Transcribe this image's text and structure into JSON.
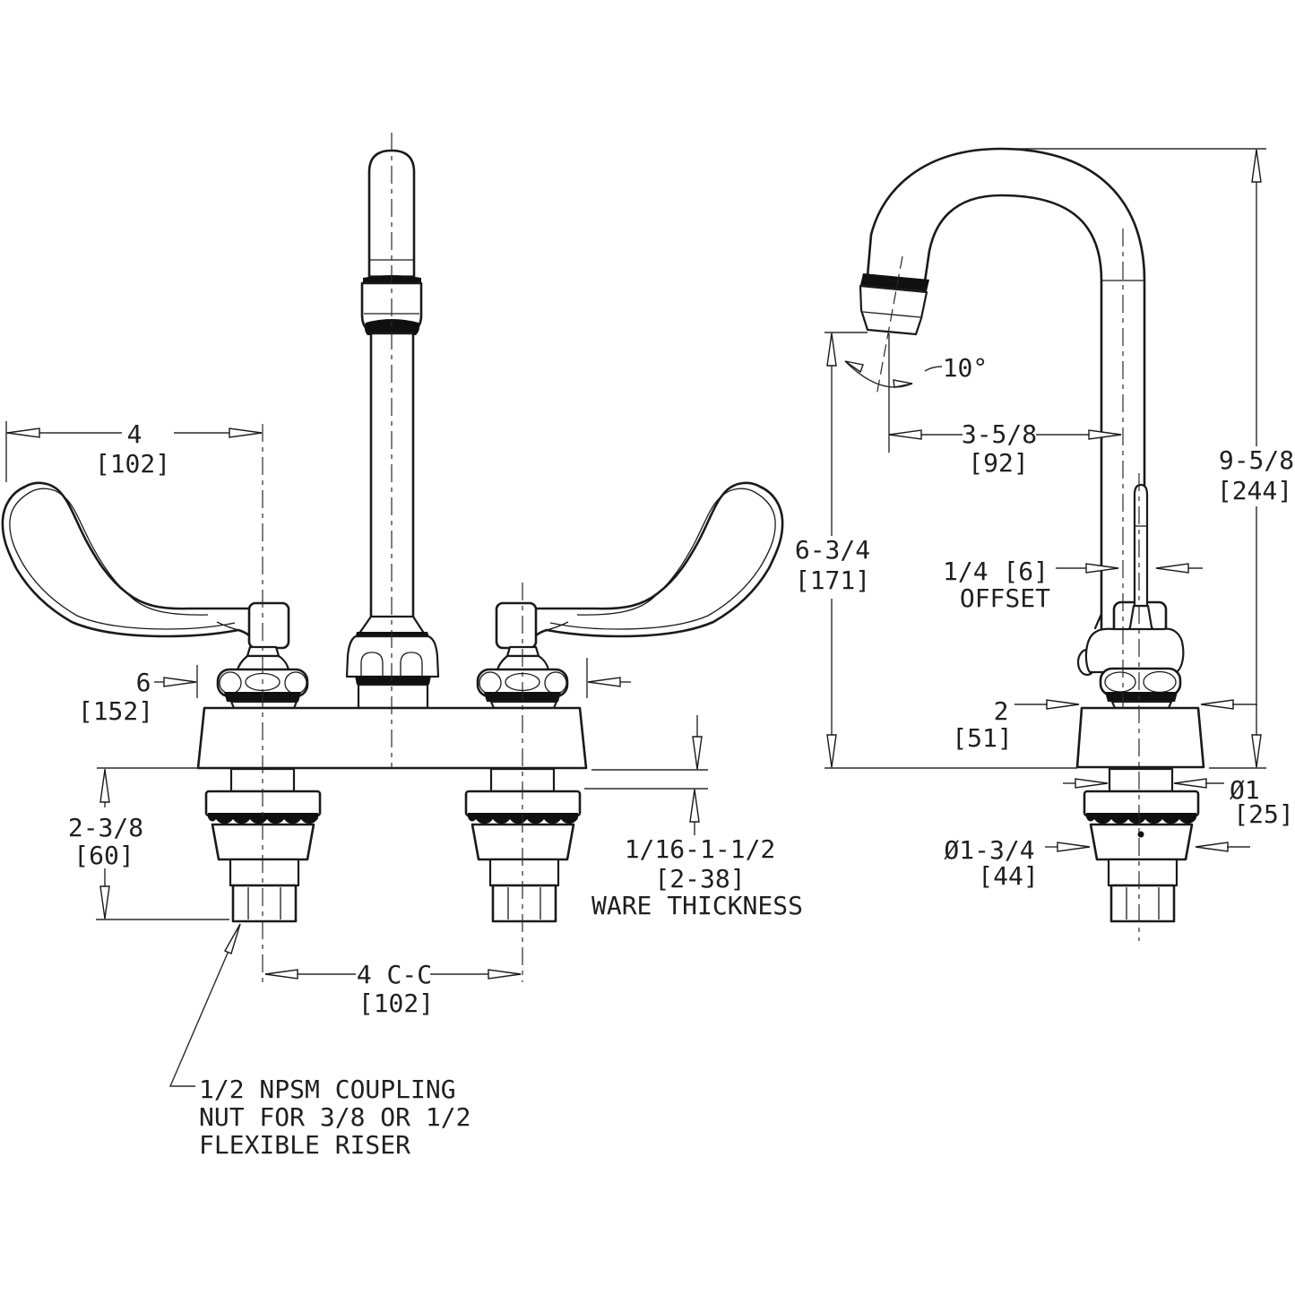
{
  "drawing": {
    "front_view": {
      "dim_handle_span": {
        "inches": "4",
        "mm": "[102]"
      },
      "dim_deck_width": {
        "inches": "6",
        "mm": "[152]"
      },
      "dim_under_deck_height": {
        "inches": "2-3/8",
        "mm": "[60]"
      },
      "dim_faucet_centers": {
        "inches": "4 C-C",
        "mm": "[102]"
      },
      "ware_thickness": {
        "inches": "1/16-1-1/2",
        "mm": "[2-38]",
        "label": "WARE THICKNESS"
      },
      "coupling_note": {
        "line1": "1/2 NPSM COUPLING",
        "line2": "NUT FOR 3/8 OR 1/2",
        "line3": "FLEXIBLE RISER"
      }
    },
    "side_view": {
      "dim_outlet_angle": "10°",
      "dim_spout_reach": {
        "inches": "3-5/8",
        "mm": "[92]"
      },
      "dim_overall_height": {
        "inches": "9-5/8",
        "mm": "[244]"
      },
      "dim_outlet_height": {
        "inches": "6-3/4",
        "mm": "[171]"
      },
      "dim_handle_offset": {
        "inches": "1/4 [6]",
        "label": "OFFSET"
      },
      "dim_base_width": {
        "inches": "2",
        "mm": "[51]"
      },
      "dim_shank_diameter": {
        "inches": "Ø1",
        "mm": "[25]"
      },
      "dim_locknut_diameter": {
        "inches": "Ø1-3/4",
        "mm": "[44]"
      }
    }
  }
}
